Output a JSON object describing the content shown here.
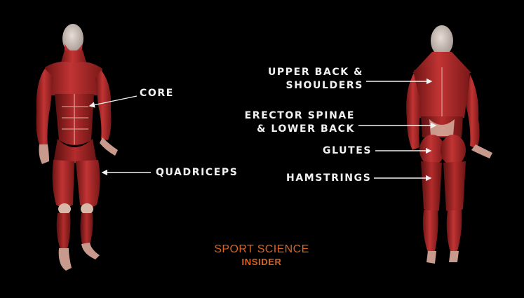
{
  "labels": {
    "core": "CORE",
    "quadriceps": "QUADRICEPS",
    "upper_back_1": "UPPER BACK &",
    "upper_back_2": "SHOULDERS",
    "erector_1": "ERECTOR SPINAE",
    "erector_2": "& LOWER BACK",
    "glutes": "GLUTES",
    "hamstrings": "HAMSTRINGS"
  },
  "brand": {
    "line1": "SPORT SCIENCE",
    "line2": "INSIDER"
  },
  "colors": {
    "background": "#000000",
    "label_text": "#f2f2f2",
    "brand": "#d8641f",
    "muscle": "#b52a2a"
  }
}
